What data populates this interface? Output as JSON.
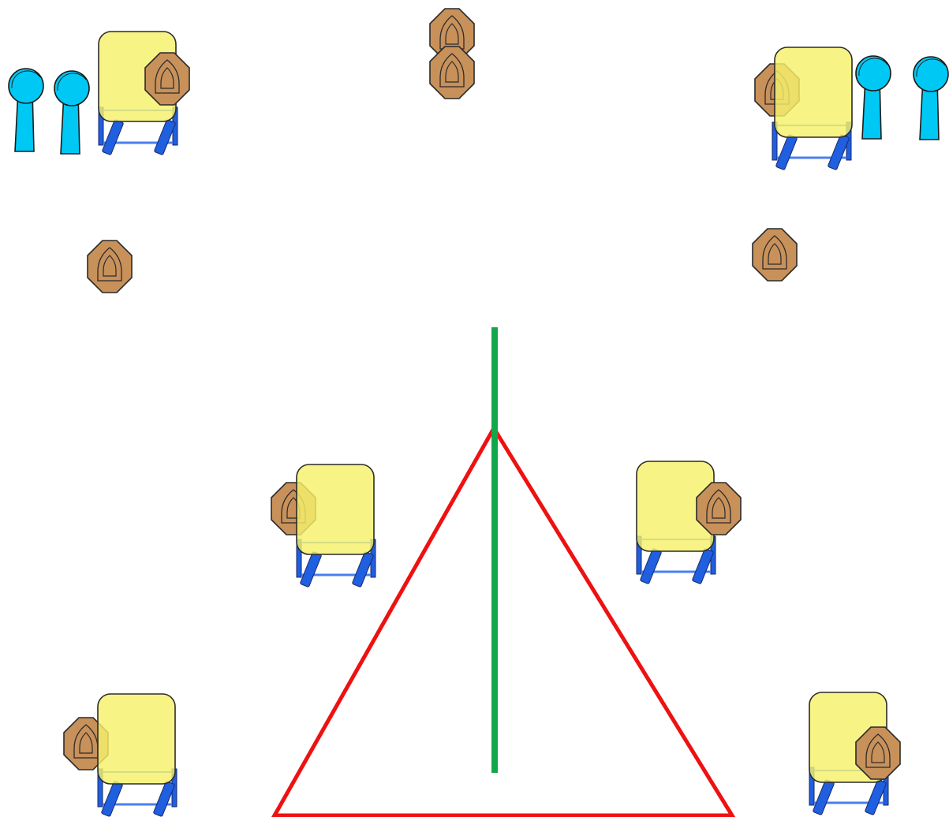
{
  "diagram": {
    "type": "stage-layout",
    "colors": {
      "background": "#ffffff",
      "target_fill": "#c8915a",
      "target_stroke": "#2b2b2b",
      "barrel_fill": "#f5f06a",
      "barrel_stroke": "#2b2b2b",
      "fault_line": "#1f5fe0",
      "fault_line_bar": "#4a7ff0",
      "popper_fill": "#00c8f5",
      "popper_stroke": "#1a1a1a",
      "triangle_stroke": "#ee1111",
      "centerline_stroke": "#12a84a"
    },
    "element_kinds": {
      "target": "paper-target-icon",
      "popper": "steel-popper-icon",
      "barrel": "barrel-icon",
      "shooting_position": "fault-line-box",
      "triangle": "red-triangle-line",
      "centerline": "green-center-line"
    }
  }
}
